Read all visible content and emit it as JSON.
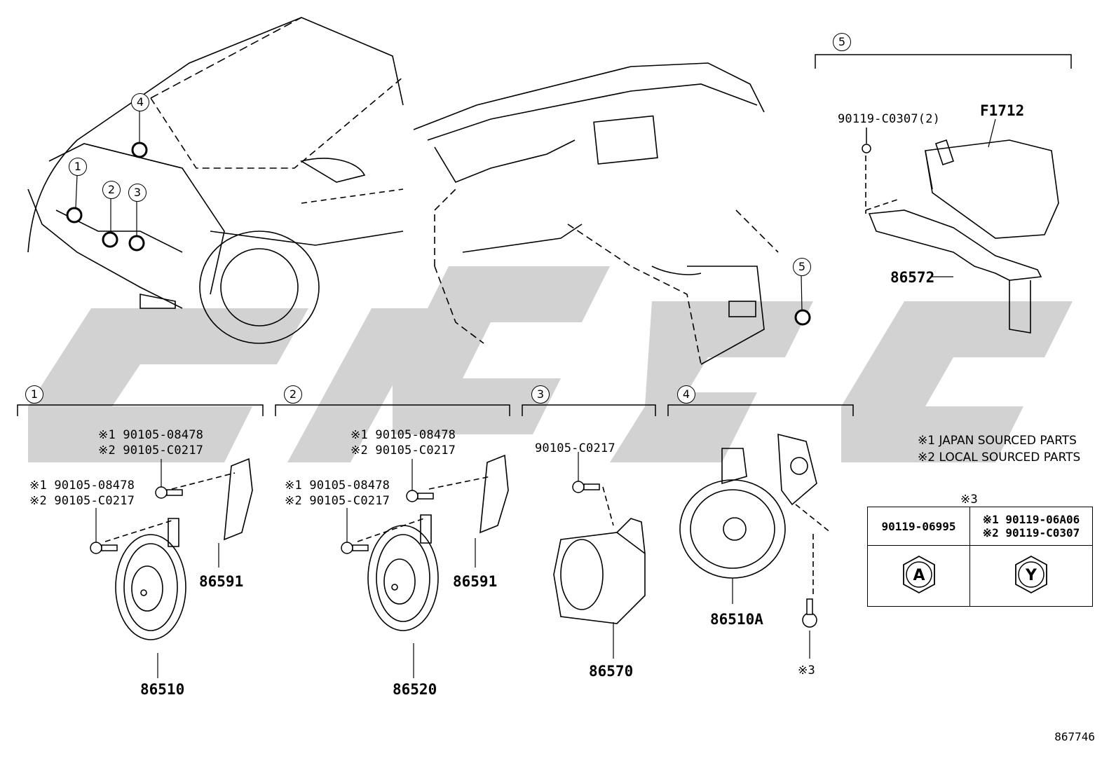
{
  "sections": {
    "s1": "1",
    "s2": "2",
    "s3": "3",
    "s4": "4",
    "s5": "5"
  },
  "overview_markers": [
    "1",
    "2",
    "3",
    "4",
    "5"
  ],
  "section5": {
    "bolt": "90119-C0307(2)",
    "cover": "F1712",
    "bracket": "86572"
  },
  "section1": {
    "bolt_a_jp": "※1 90105-08478",
    "bolt_a_local": "※2 90105-C0217",
    "bolt_b_jp": "※1 90105-08478",
    "bolt_b_local": "※2 90105-C0217",
    "bracket": "86591",
    "horn": "86510"
  },
  "section2": {
    "bolt_a_jp": "※1 90105-08478",
    "bolt_a_local": "※2 90105-C0217",
    "bolt_b_jp": "※1 90105-08478",
    "bolt_b_local": "※2 90105-C0217",
    "bracket": "86591",
    "horn": "86520"
  },
  "section3": {
    "bolt": "90105-C0217",
    "siren": "86570"
  },
  "section4": {
    "horn": "86510A",
    "bolt_ref": "※3"
  },
  "legend": {
    "japan": "※1 JAPAN SOURCED PARTS",
    "local": "※2 LOCAL SOURCED PARTS"
  },
  "ref_table": {
    "title": "※3",
    "col_a_part": "90119-06995",
    "col_b_jp": "※1 90119-06A06",
    "col_b_local": "※2 90119-C0307",
    "mark_a": "A",
    "mark_b": "Y"
  },
  "diagram_id": "867746"
}
